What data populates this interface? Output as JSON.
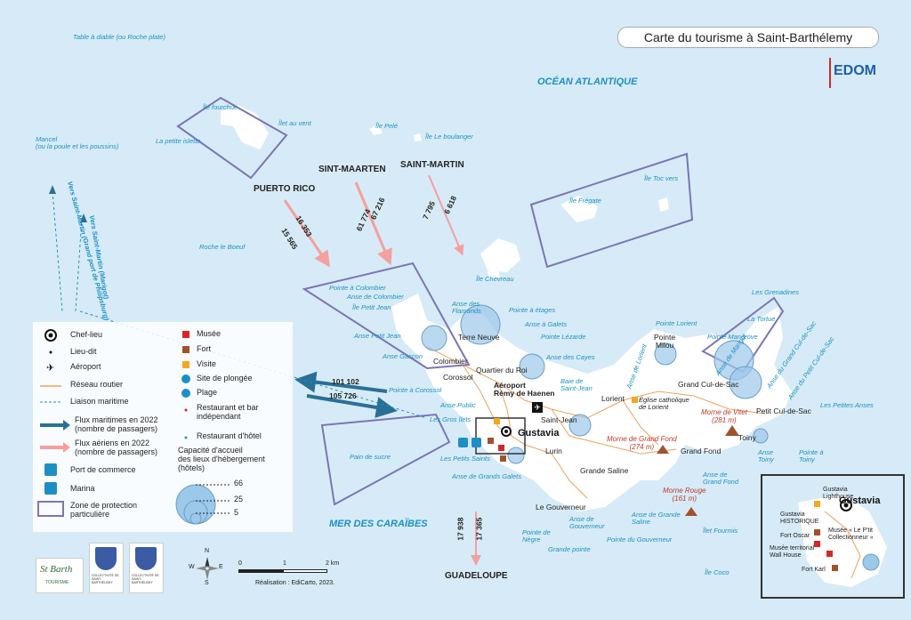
{
  "title": "Carte du tourisme à Saint-Barthélemy",
  "brand": "EDOM",
  "seas": {
    "atlantic": "OCÉAN ATLANTIQUE",
    "caribbean": "MER DES CARAÏBES"
  },
  "countries": {
    "puerto_rico": "PUERTO RICO",
    "sint_maarten": "SINT-MAARTEN",
    "saint_martin": "SAINT-MARTIN",
    "guadeloupe": "GUADELOUPE"
  },
  "flows": {
    "pr_1": "16 353",
    "pr_2": "15 565",
    "sm_1": "67 216",
    "sm_2": "61 774",
    "smt_1": "6 618",
    "smt_2": "7 795",
    "west_1": "101 102",
    "west_2": "105 726",
    "gp_1": "17 938",
    "gp_2": "17 365"
  },
  "flow_routes": {
    "left_1": "Vers Saint-Martin (Grand port de Philipsburg)",
    "left_2": "Vers Saint-Martin (Marigot)"
  },
  "sea_labels": {
    "table_diable": "Table à diable (ou Roche plate)",
    "mancel": "Mancel\n(ou la poule et les poussins)",
    "ile_fourchue": "Île fourchue",
    "petite_islette": "La petite islette",
    "ilet_au_vent": "Îlet au vent",
    "roche_boeuf": "Roche le Boeuf",
    "ile_pele": "Île Pelé",
    "ile_boulanger": "Île Le boulanger",
    "ile_chevreau": "Île Chevreau",
    "ile_toc_vers": "Île Toc vers",
    "ile_fregate": "Île Frégate",
    "pointe_colombier": "Pointe à Colombier",
    "anse_colombier": "Anse de Colombier",
    "ile_petit_jean": "Île Petit Jean",
    "anse_petit_jean": "Anse Petit Jean",
    "anse_flamands": "Anse des Flamands",
    "pointe_etages": "Pointe à étages",
    "anse_galets": "Anse à Galets",
    "pointe_lezarde": "Pointe Lézarde",
    "anse_gascon": "Anse Gascon",
    "anse_cayes": "Anse des Cayes",
    "pointe_lorient": "Pointe Lorient",
    "les_grenadines": "Les Grenadines",
    "la_tortue": "La Tortue",
    "anse_grand_cul": "Anse du Grand Cul-de-Sac",
    "anse_petit_cul": "Anse du Petit Cul-de-Sac",
    "anse_marigot": "Anse de Marigot",
    "pointe_mangrove": "Pointe Mangrove",
    "anse_lorient": "Anse de Lorient",
    "baie_st_jean": "Baie de Saint-Jean",
    "anse_public": "Anse Public",
    "pointe_corossol": "Pointe à Corossol",
    "les_gros_ilets": "Les Gros îlets",
    "pain_sucre": "Pain de sucre",
    "petits_saints": "Les Petits Saints",
    "anse_grands_galets": "Anse de Grands Galets",
    "pointe_negre": "Pointe de Nègre",
    "anse_gouverneur": "Anse de Gouverneur",
    "grande_pointe": "Grande pointe",
    "anse_grande_saline": "Anse de Grande Saline",
    "pointe_gouverneur": "Pointe du Gouverneur",
    "ile_fourmis": "Îlet Fourmis",
    "ile_coco": "Île Coco",
    "anse_grand_fond": "Anse de Grand Fond",
    "anse_toiny": "Anse Toiny",
    "pointe_toiny": "Pointe à Toiny",
    "petites_anses": "Les Petites Anses"
  },
  "places": {
    "terre_neuve": "Terre Neuve",
    "colombier": "Colombier",
    "quartier_roi": "Quartier du Roi",
    "corossol": "Corossol",
    "aeroport": "Aéroport\nRémy de Haenen",
    "saint_jean": "Saint-Jean",
    "gustavia": "Gustavia",
    "lurin": "Lurin",
    "grande_saline": "Grande Saline",
    "le_gouverneur": "Le Gouverneur",
    "pointe_milou": "Pointe\nMilou",
    "lorient": "Lorient",
    "eglise": "Église catholique\nde Lorient",
    "grand_cul": "Grand Cul-de-Sac",
    "petit_cul": "Petit Cul-de-Sac",
    "toiny": "Toiny",
    "grand_fond": "Grand Fond"
  },
  "mountains": {
    "vitet": "Morne de Vitet\n(281 m)",
    "grand_fond": "Morne de Grand Fond\n(274 m)",
    "rouge": "Morne Rouge\n(161 m)"
  },
  "legend": {
    "chef_lieu": "Chef-lieu",
    "lieu_dit": "Lieu-dit",
    "aeroport": "Aéroport",
    "reseau_routier": "Réseau routier",
    "liaison_maritime": "Liaison maritime",
    "flux_maritimes": "Flux maritimes en 2022\n(nombre de passagers)",
    "flux_aeriens": "Flux aériens en 2022\n(nombre de passagers)",
    "port_commerce": "Port de commerce",
    "marina": "Marina",
    "zone_protection": "Zone de protection\nparticulière",
    "musee": "Musée",
    "fort": "Fort",
    "visite": "Visite",
    "site_plongee": "Site de plongée",
    "plage": "Plage",
    "restaurant_bar": "Restaurant et bar\nindépendant",
    "restaurant_hotel": "Restaurant d'hôtel",
    "capacite": "Capacité d'accueil\ndes lieux d'hébergement\n(hôtels)",
    "cap_66": "66",
    "cap_25": "25",
    "cap_5": "5"
  },
  "inset": {
    "gustavia": "Gustavia",
    "lighthouse": "Gustavia\nLighthouse",
    "historique": "Gustavia\nHISTORIQUE",
    "fort_oscar": "Fort Oscar",
    "musee_ptit": "Musée « Le P'tit\nCollectionneur »",
    "musee_wall": "Musée territorial\nWall House",
    "fort_karl": "Fort Karl"
  },
  "scale": {
    "zero": "0",
    "one": "1",
    "two": "2 km"
  },
  "compass": {
    "n": "N",
    "s": "S",
    "e": "E",
    "w": "W"
  },
  "credit": "Réalisation : EdiCarto, 2023.",
  "logo_text": {
    "st_barth": "St Barth",
    "tourisme": "TOURISME",
    "collectivite_1": "COLLECTIVITÉ DE SAINT-BARTHÉLEMY",
    "collectivite_2": "COLLECTIVITÉ DE SAINT-BARTHÉLEMY"
  },
  "colors": {
    "sea": "#d6ebf7",
    "land": "#ffffff",
    "road": "#f0a15a",
    "zone": "#7b74b8",
    "flux_maritime": "#2a6f97",
    "flux_aerien": "#f4a09c",
    "museum": "#d62728",
    "fort": "#a0522d",
    "visit": "#f5a623",
    "diving": "#1d8fc5",
    "capacity": "#9cc8ea"
  }
}
